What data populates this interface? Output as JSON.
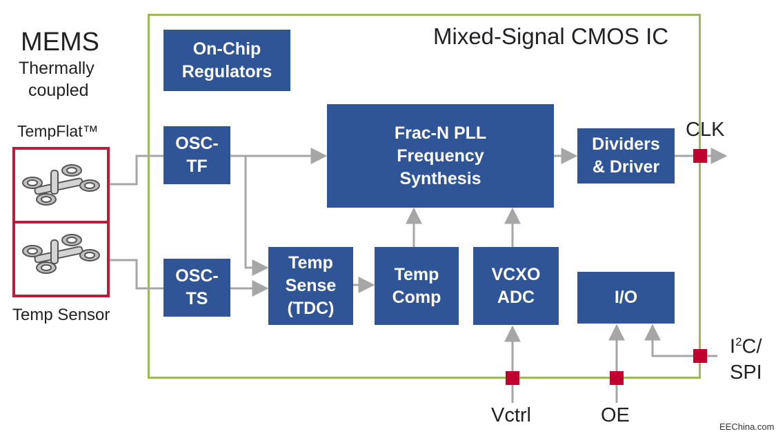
{
  "mems": {
    "title": "MEMS",
    "subtitle_line1": "Thermally",
    "subtitle_line2": "coupled",
    "tempflat_label": "TempFlat™",
    "temp_sensor_label": "Temp Sensor"
  },
  "ic": {
    "title": "Mixed-Signal CMOS IC"
  },
  "blocks": {
    "regulators": "On-Chip\nRegulators",
    "osc_tf": "OSC-\nTF",
    "osc_ts": "OSC-\nTS",
    "pll": "Frac-N PLL\nFrequency\nSynthesis",
    "dividers": "Dividers\n& Driver",
    "temp_sense": "Temp\nSense\n(TDC)",
    "temp_comp": "Temp\nComp",
    "vcxo_adc": "VCXO\nADC",
    "io": "I/O"
  },
  "pins": {
    "clk": "CLK",
    "i2c_i": "I",
    "i2c_sup": "2",
    "i2c_rest": "C/",
    "spi": "SPI",
    "vctrl": "Vctrl",
    "oe": "OE"
  },
  "watermark": "EEChina.com",
  "colors": {
    "block": "#2f5597",
    "ic_border": "#9bbb59",
    "mems_border": "#b4203c",
    "pin": "#c0002f",
    "wire": "#a6a6a6"
  }
}
